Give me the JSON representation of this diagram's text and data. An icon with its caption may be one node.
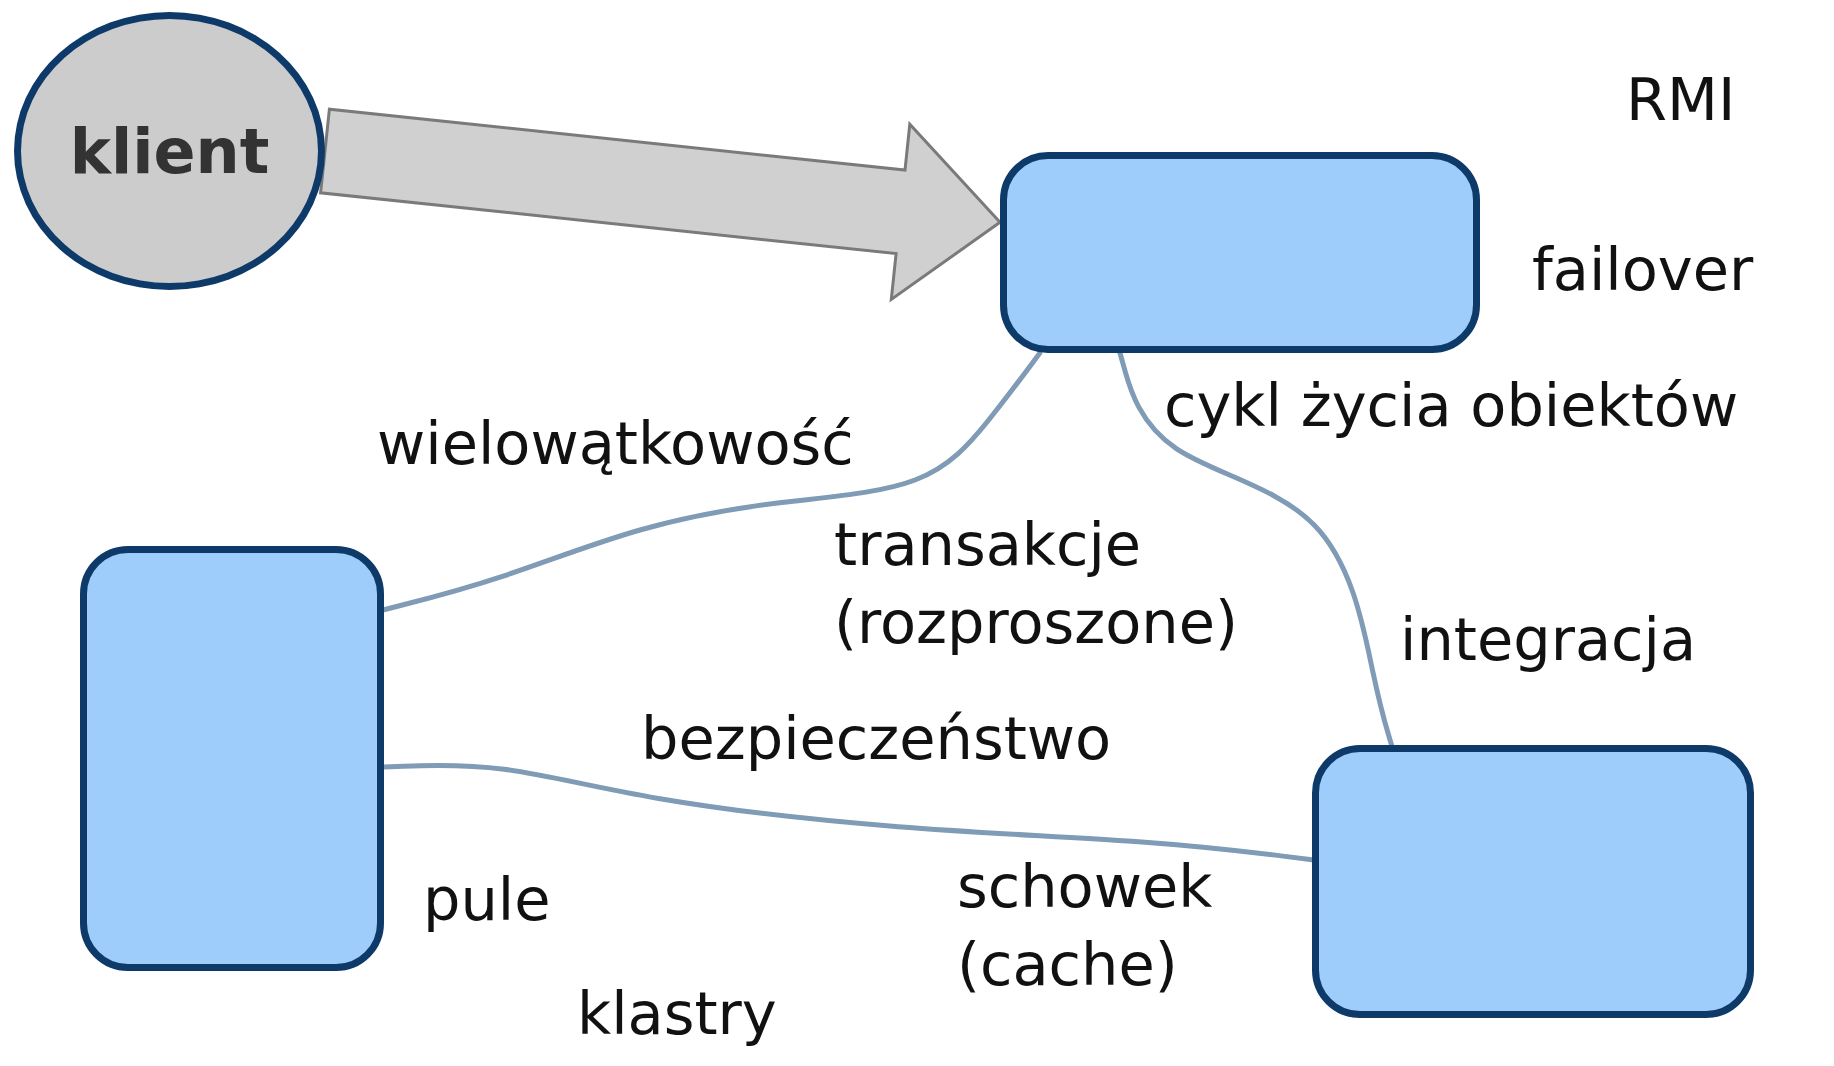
{
  "diagram": {
    "nodes": [
      {
        "text": [
          "klient"
        ]
      },
      {
        "text": [],
        "shape": "box"
      },
      {
        "text": [],
        "shape": "box"
      },
      {
        "text": [],
        "shape": "box"
      }
    ],
    "edges": [
      {
        "from": 0,
        "to": 1,
        "arrow": "to",
        "style": "thick"
      },
      {
        "from": 2,
        "to": 1,
        "arrow": "none"
      },
      {
        "from": 2,
        "to": 3,
        "arrow": "none"
      },
      {
        "from": 1,
        "to": 3,
        "arrow": "none"
      }
    ],
    "labels": [
      "RMI",
      "failover",
      "cykl życia obiektów",
      "wielowątkowość",
      "transakcje (rozproszone)",
      "integracja",
      "bezpieczeństwo",
      "pule",
      "schowek (cache)",
      "klastry"
    ]
  }
}
